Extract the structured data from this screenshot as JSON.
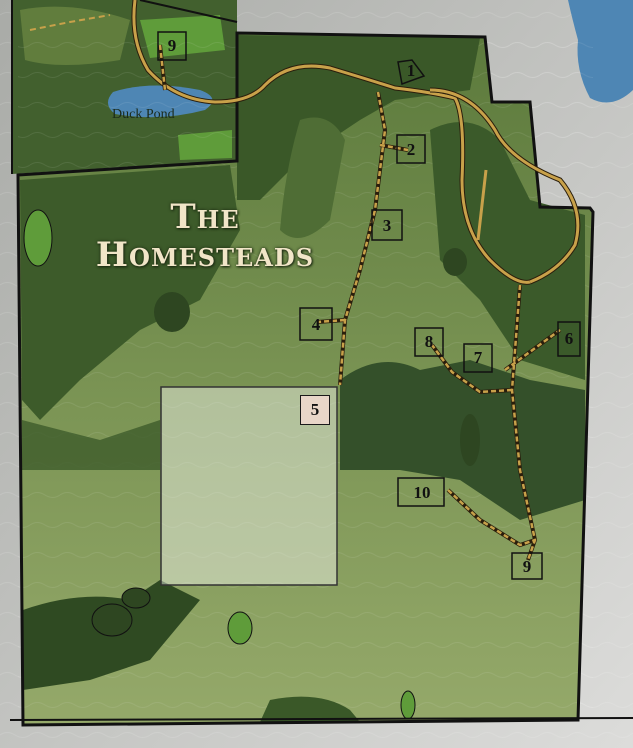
{
  "map": {
    "title_line1": "The",
    "title_line2": "Homesteads",
    "pond_label": "Duck Pond",
    "lots": {
      "l1": "1",
      "l2": "2",
      "l3": "3",
      "l4": "4",
      "l5": "5",
      "l6": "6",
      "l7": "7",
      "l8": "8",
      "l9a": "9",
      "l9b": "9",
      "l10": "10"
    },
    "colors": {
      "forest": "#3b5a2a",
      "meadow": "#7d9455",
      "road": "#c8a14a",
      "water": "#4e86b4",
      "boundary": "#111111",
      "highlight": "#e8d6c8"
    }
  }
}
